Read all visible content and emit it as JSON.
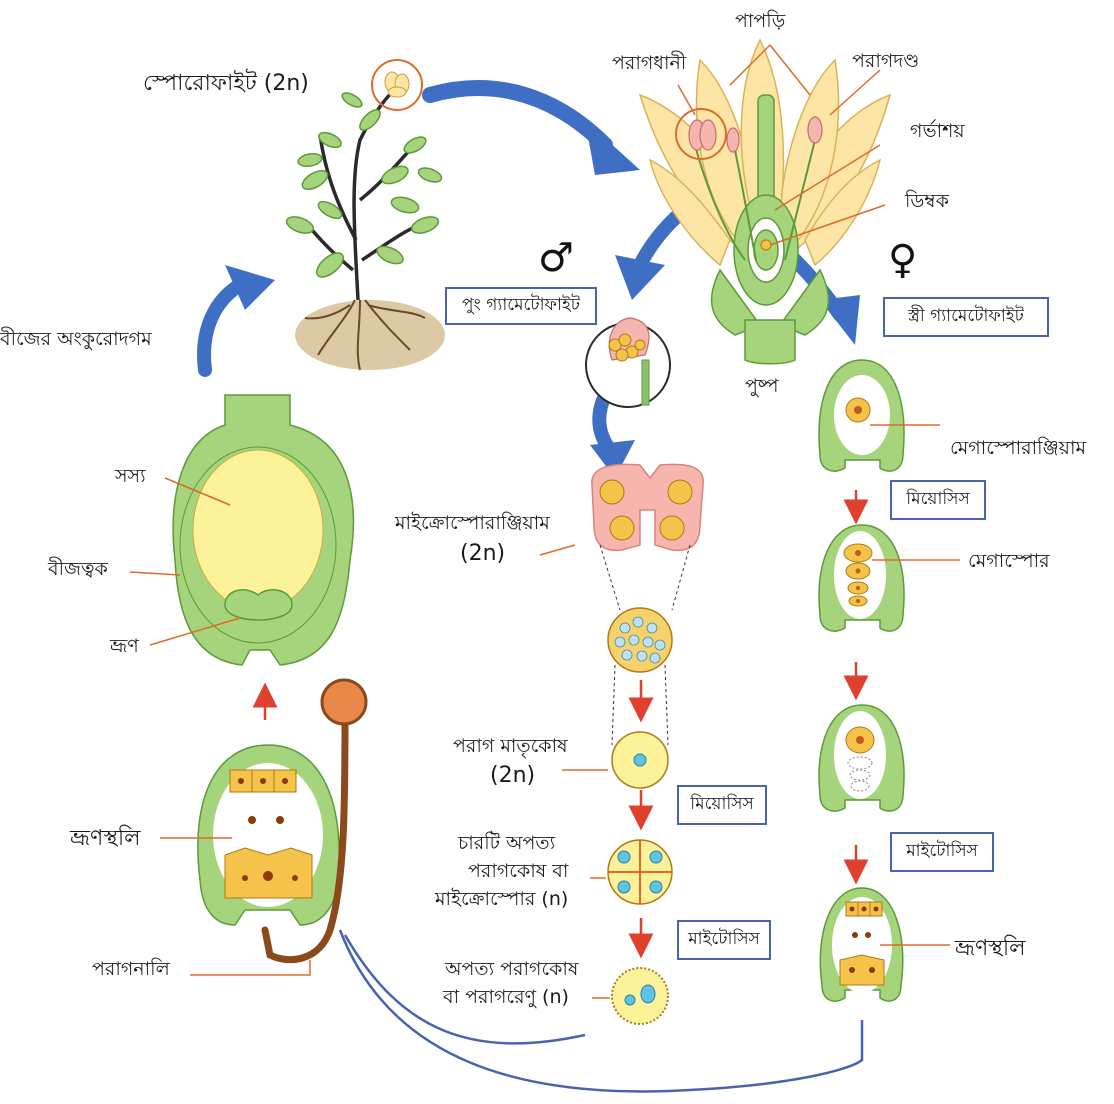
{
  "labels": {
    "sporophyte": "স্পোরোফাইট (2n)",
    "petals": "পাপড়ি",
    "anther": "পরাগধানী",
    "filament": "পরাগদণ্ড",
    "ovary": "গর্ভাশয়",
    "ovule": "ডিম্বক",
    "flower": "পুষ্প",
    "seed_germination": "বীজের অংকুরোদগম",
    "endosperm": "সস্য",
    "seed_coat": "বীজত্বক",
    "embryo": "ভ্রূণ",
    "microsporangium_line1": "মাইক্রোস্পোরাঞ্জিয়াম",
    "microsporangium_line2": "(2n)",
    "pollen_mother_cell_line1": "পরাগ মাতৃকোষ",
    "pollen_mother_cell_line2": "(2n)",
    "tetrad_line1": "চারটি অপত্য",
    "tetrad_line2": "পরাগকোষ বা",
    "tetrad_line3": "মাইক্রোস্পোর (n)",
    "pollen_line1": "অপত্য পরাগকোষ",
    "pollen_line2": "বা পরাগরেণু (n)",
    "megasporangium": "মেগাস্পোরাঞ্জিয়াম",
    "megaspore": "মেগাস্পোর",
    "embryo_sac_right": "ভ্রূণস্থলি",
    "embryo_sac_left": "ভ্রূণস্থলি",
    "pollen_tube": "পরাগনালি"
  },
  "boxes": {
    "male_gametophyte": "পুং গ্যামেটোফাইট",
    "female_gametophyte": "স্ত্রী গ্যামেটোফাইট",
    "meiosis_right": "মিয়োসিস",
    "meiosis_middle": "মিয়োসিস",
    "mitosis_middle": "মাইটোসিস",
    "mitosis_right": "মাইটোসিস"
  },
  "symbols": {
    "male": "♂",
    "female": "♀"
  },
  "colors": {
    "blue_arrow": "#3f6fc4",
    "red_arrow": "#e0412f",
    "orange_line": "#e06a2a",
    "plant_green": "#a6d47c",
    "plant_green_dark": "#5e9a3a",
    "seed_yellow": "#fbf29a",
    "cell_orange": "#f5c24a",
    "flower_yellow": "#fde5a6",
    "pink": "#f6b6b0",
    "pollen_tube_brown": "#8b4a1c",
    "cycle_line": "#4a63b0"
  }
}
